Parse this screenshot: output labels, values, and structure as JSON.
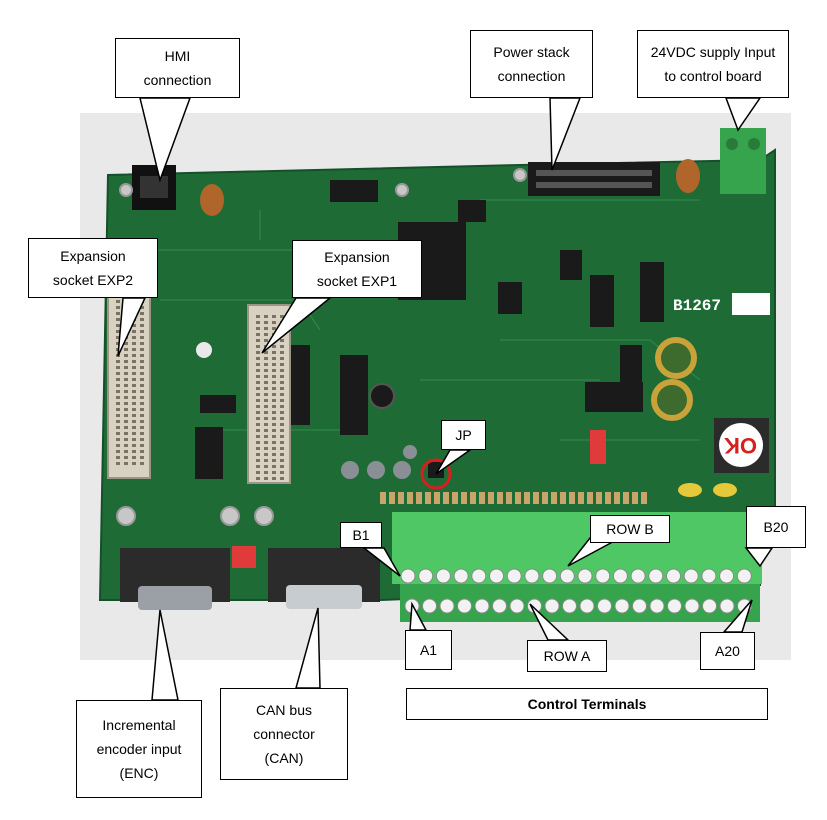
{
  "colors": {
    "pcb": "#1f6b36",
    "pcb_dark": "#14502a",
    "trace": "#2f8a4a",
    "terminal": "#4fc764",
    "terminal_dark": "#35a44c",
    "connector_metal": "#9aa0a6",
    "header_black": "#1a1a1a",
    "dip_red": "#e03a3a",
    "highlight_ring": "#d62020",
    "expansion_socket": "#d9d2c3"
  },
  "board_text": {
    "part_number": "B1267",
    "ok_sticker": "OK"
  },
  "labels": {
    "hmi": "HMI\nconnection",
    "power_stack": "Power stack\nconnection",
    "supply_24v": "24VDC supply Input\nto control board",
    "exp2": "Expansion\nsocket EXP2",
    "exp1": "Expansion\nsocket EXP1",
    "jp": "JP",
    "b1": "B1",
    "row_b": "ROW B",
    "b20": "B20",
    "a1": "A1",
    "row_a": "ROW A",
    "a20": "A20",
    "control_terminals": "Control Terminals",
    "encoder": "Incremental\nencoder input\n(ENC)",
    "can": "CAN bus\nconnector\n(CAN)"
  }
}
